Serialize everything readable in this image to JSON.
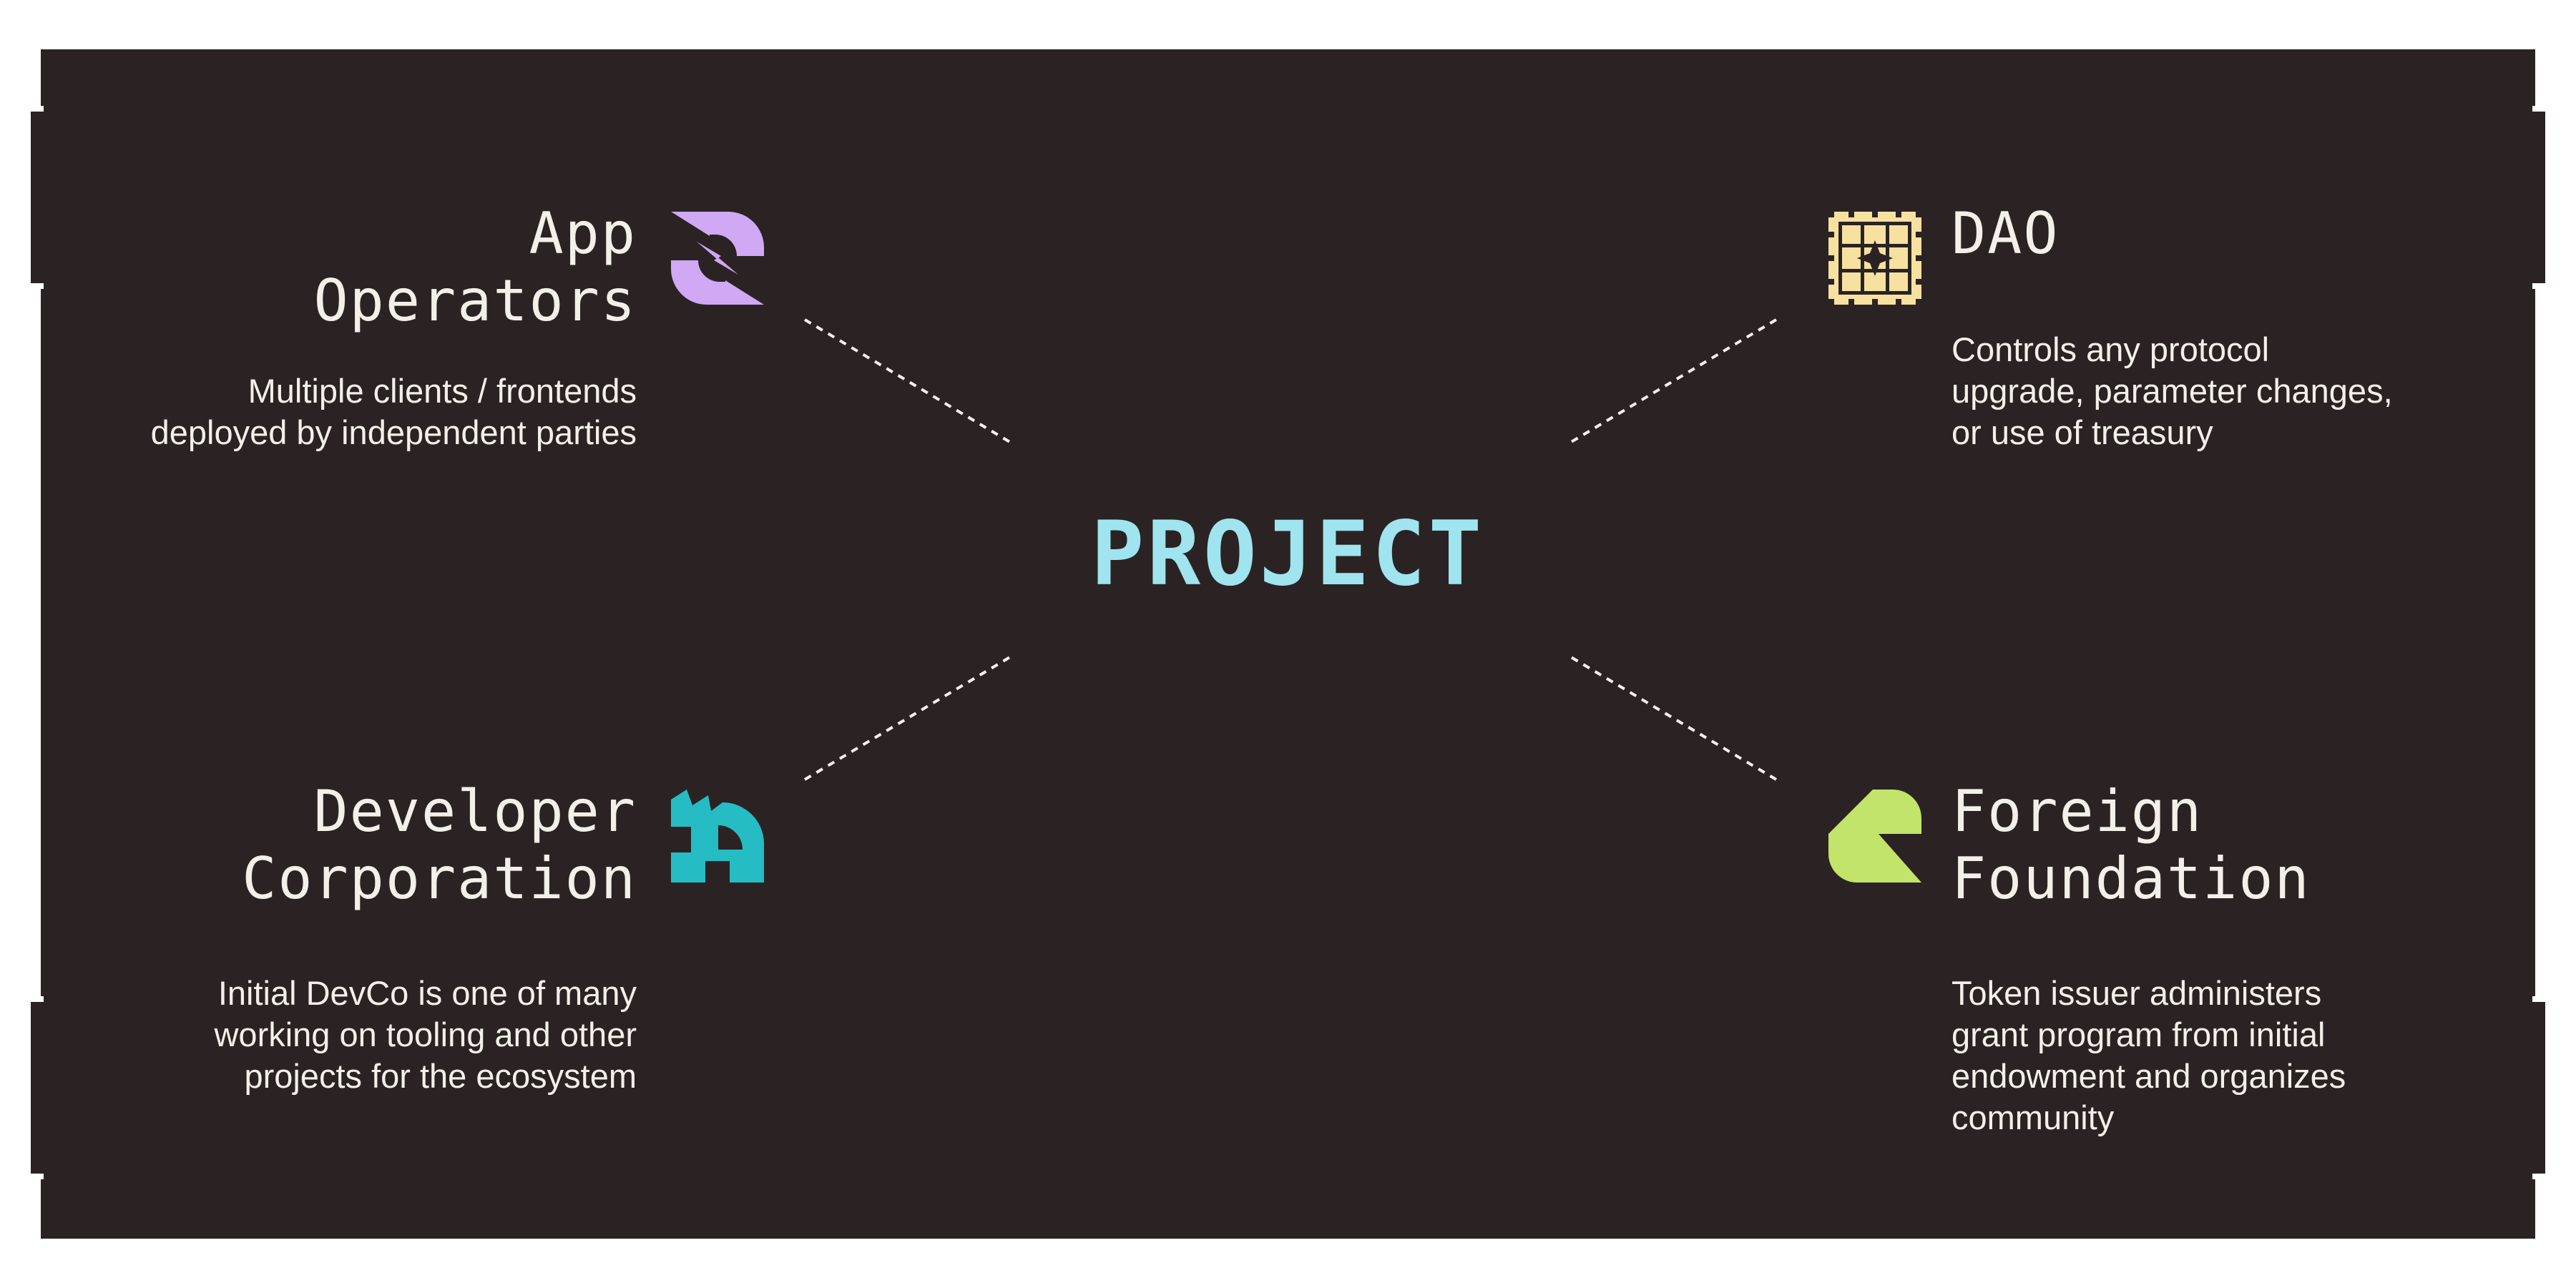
{
  "colors": {
    "background": "#2b2323",
    "frame": "#ffffff",
    "text": "#f3efe9",
    "center": "#9fe4ee",
    "connector": "#f3efe9"
  },
  "center": {
    "label": "PROJECT"
  },
  "nodes": {
    "app_operators": {
      "title": "App\nOperators",
      "description": "Multiple clients / frontends\ndeployed by independent parties",
      "icon": "swirl-s-icon",
      "icon_color": "#d0a8f4"
    },
    "dao": {
      "title": "DAO",
      "description": "Controls any protocol\nupgrade, parameter changes,\nor use of treasury",
      "icon": "lattice-grid-icon",
      "icon_color": "#f6e1a0"
    },
    "developer_corporation": {
      "title": "Developer\nCorporation",
      "description": "Initial DevCo is one of many\nworking on tooling and other\nprojects for the ecosystem",
      "icon": "block-arrow-icon",
      "icon_color": "#25bcc3"
    },
    "foreign_foundation": {
      "title": "Foreign\nFoundation",
      "description": "Token issuer administers\ngrant program from initial\nendowment and organizes\ncommunity",
      "icon": "quarter-triangle-icon",
      "icon_color": "#c2e46b"
    }
  }
}
